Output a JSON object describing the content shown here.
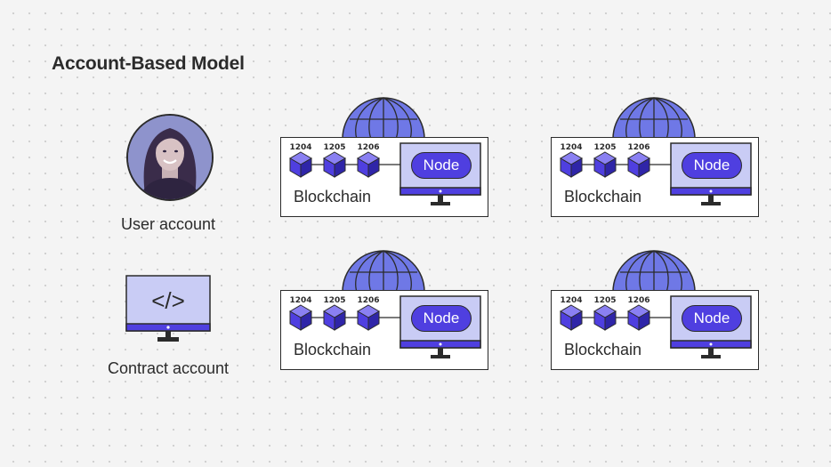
{
  "title": "Account-Based Model",
  "accounts": {
    "user_label": "User account",
    "contract_label": "Contract account",
    "contract_code": "</>"
  },
  "nodes": [
    {
      "blocks": [
        "1204",
        "1205",
        "1206"
      ],
      "chain_label": "Blockchain",
      "node_label": "Node"
    },
    {
      "blocks": [
        "1204",
        "1205",
        "1206"
      ],
      "chain_label": "Blockchain",
      "node_label": "Node"
    },
    {
      "blocks": [
        "1204",
        "1205",
        "1206"
      ],
      "chain_label": "Blockchain",
      "node_label": "Node"
    },
    {
      "blocks": [
        "1204",
        "1205",
        "1206"
      ],
      "chain_label": "Blockchain",
      "node_label": "Node"
    }
  ],
  "colors": {
    "accent": "#4f3fe0",
    "globe": "#6f78e6",
    "screen": "#c9ccf5",
    "cube_top": "#8a80f2",
    "cube_left": "#4f3fe0",
    "cube_right": "#2f25a8",
    "text": "#2b2b2b"
  }
}
